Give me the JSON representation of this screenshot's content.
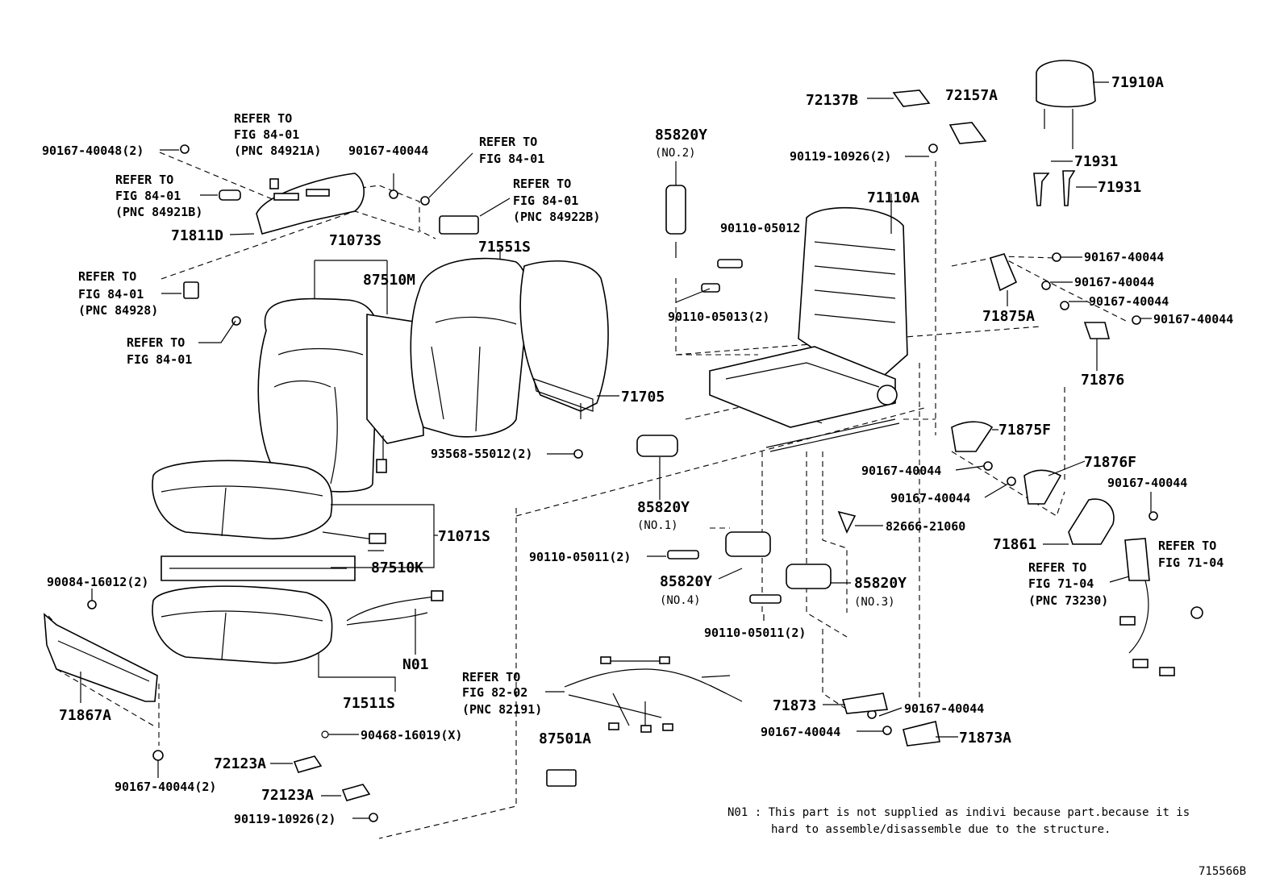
{
  "labels": {
    "l_90167_40048": "90167-40048(2)",
    "l_refer_84921a_1": "REFER TO",
    "l_refer_84921a_2": "FIG 84-01",
    "l_refer_84921a_3": "(PNC 84921A)",
    "l_90167_40044_a": "90167-40044",
    "l_refer_a_1": "REFER TO",
    "l_refer_a_2": "FIG 84-01",
    "l_refer_84922b_1": "REFER TO",
    "l_refer_84922b_2": "FIG 84-01",
    "l_refer_84922b_3": "(PNC 84922B)",
    "l_refer_84921b_1": "REFER TO",
    "l_refer_84921b_2": "FIG 84-01",
    "l_refer_84921b_3": "(PNC 84921B)",
    "l_71811d": "71811D",
    "l_71073s": "71073S",
    "l_71551s": "71551S",
    "l_87510m": "87510M",
    "l_refer_84928_1": "REFER TO",
    "l_refer_84928_2": "FIG 84-01",
    "l_refer_84928_3": "(PNC 84928)",
    "l_refer_b_1": "REFER TO",
    "l_refer_b_2": "FIG 84-01",
    "l_71705": "71705",
    "l_93568": "93568-55012(2)",
    "l_71071s": "71071S",
    "l_87510k": "87510K",
    "l_90084": "90084-16012(2)",
    "l_n01": "N01",
    "l_71511s": "71511S",
    "l_71867a": "71867A",
    "l_90468": "90468-16019(X)",
    "l_72123a_1": "72123A",
    "l_72123a_2": "72123A",
    "l_90167_40044_2": "90167-40044(2)",
    "l_90119_10926_2b": "90119-10926(2)",
    "l_refer_82191_1": "REFER TO",
    "l_refer_82191_2": "FIG 82-02",
    "l_refer_82191_3": "(PNC 82191)",
    "l_87501a": "87501A",
    "l_85820y_no2": "85820Y",
    "l_no2": "(NO.2)",
    "l_90110_05012": "90110-05012",
    "l_90110_05013": "90110-05013(2)",
    "l_85820y_no1": "85820Y",
    "l_no1": "(NO.1)",
    "l_90110_05011_a": "90110-05011(2)",
    "l_85820y_no4": "85820Y",
    "l_no4": "(NO.4)",
    "l_85820y_no3": "85820Y",
    "l_no3": "(NO.3)",
    "l_90110_05011_b": "90110-05011(2)",
    "l_72137b": "72137B",
    "l_72157a": "72157A",
    "l_90119_10926_a": "90119-10926(2)",
    "l_71110a": "71110A",
    "l_71910a": "71910A",
    "l_71931_a": "71931",
    "l_71931_b": "71931",
    "l_90167_40044_r1": "90167-40044",
    "l_90167_40044_r2": "90167-40044",
    "l_71875a": "71875A",
    "l_90167_40044_r3": "90167-40044",
    "l_90167_40044_r4": "90167-40044",
    "l_71876": "71876",
    "l_71875f": "71875F",
    "l_90167_40044_r5": "90167-40044",
    "l_71876f": "71876F",
    "l_90167_40044_r6": "90167-40044",
    "l_90167_40044_r7": "90167-40044",
    "l_82666": "82666-21060",
    "l_71861": "71861",
    "l_refer_7104_a1": "REFER TO",
    "l_refer_7104_a2": "FIG 71-04",
    "l_refer_73230_1": "REFER TO",
    "l_refer_73230_2": "FIG 71-04",
    "l_refer_73230_3": "(PNC 73230)",
    "l_71873": "71873",
    "l_90167_40044_r8": "90167-40044",
    "l_90167_40044_r9": "90167-40044",
    "l_71873a": "71873A"
  },
  "note": {
    "line1": "N01 : This part is not supplied as indivi because part.because it is",
    "line2": "hard to assemble/disassemble due to the structure."
  },
  "figure_id": "715566B"
}
